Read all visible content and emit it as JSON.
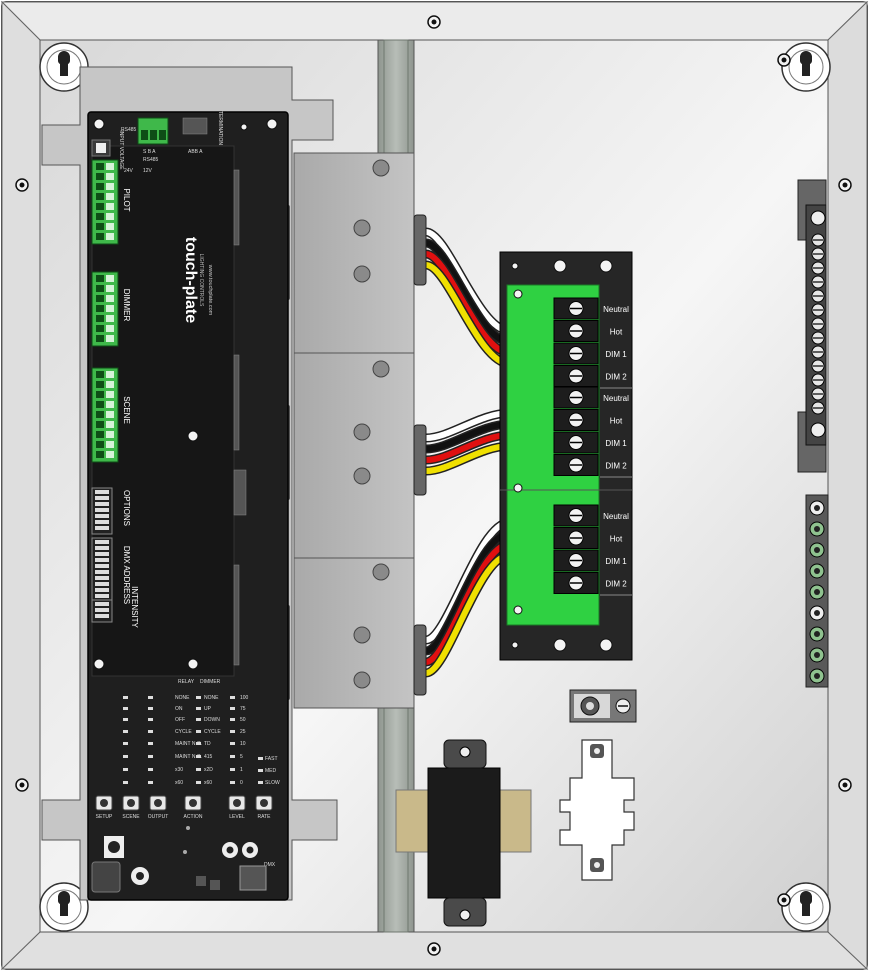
{
  "board": {
    "brand": "touch-plate",
    "sub_brand": "LIGHTING CONTROLS",
    "website": "www.touchplate.com",
    "rs485": "RS485",
    "rs485_terms": "S  B  A",
    "rs485_label": "RS485",
    "voltage_label": "INPUT VOLTAGE",
    "voltage_24": "24V",
    "voltage_12": "12V",
    "abb": "ABB  A",
    "termination": "TERMINATION",
    "pilot": "PILOT",
    "dimmer": "DIMMER",
    "scene": "SCENE",
    "options": "OPTIONS",
    "dmx_address": "DMX ADDRESS",
    "intensity": "INTENSITY",
    "relay": "RELAY",
    "dimmer_hdr": "DIMMER",
    "modes_left": [
      "NONE",
      "ON",
      "OFF",
      "CYCLE",
      "MAINT N.O.",
      "MAINT N.C.",
      "x30",
      "x60"
    ],
    "modes_mid": [
      "NONE",
      "UP",
      "DOWN",
      "CYCLE",
      "TD",
      "415",
      "x2D",
      "x60"
    ],
    "levels": [
      "100",
      "75",
      "50",
      "25",
      "10",
      "5",
      "1",
      "0"
    ],
    "rates": [
      "FAST",
      "MED",
      "SLOW"
    ],
    "buttons": [
      "SETUP",
      "SCENE",
      "OUTPUT",
      "ACTION",
      "LEVEL",
      "RATE"
    ],
    "dmx_mode": "DMX"
  },
  "terminals": {
    "groups": [
      [
        "Neutral",
        "Hot",
        "DIM 1",
        "DIM 2"
      ],
      [
        "Neutral",
        "Hot",
        "DIM 1",
        "DIM 2"
      ],
      [
        "Neutral",
        "Hot",
        "DIM 1",
        "DIM 2"
      ]
    ]
  },
  "colors": {
    "enclosure": "#e4e4e4",
    "board": "#1f1f1f",
    "terminal_green": "#3fb84a",
    "pcb_green": "#2fd142",
    "wire_white": "#ffffff",
    "wire_black": "#111111",
    "wire_red": "#e01010",
    "wire_yellow": "#f0e000",
    "transformer_core": "#c9b98a"
  }
}
